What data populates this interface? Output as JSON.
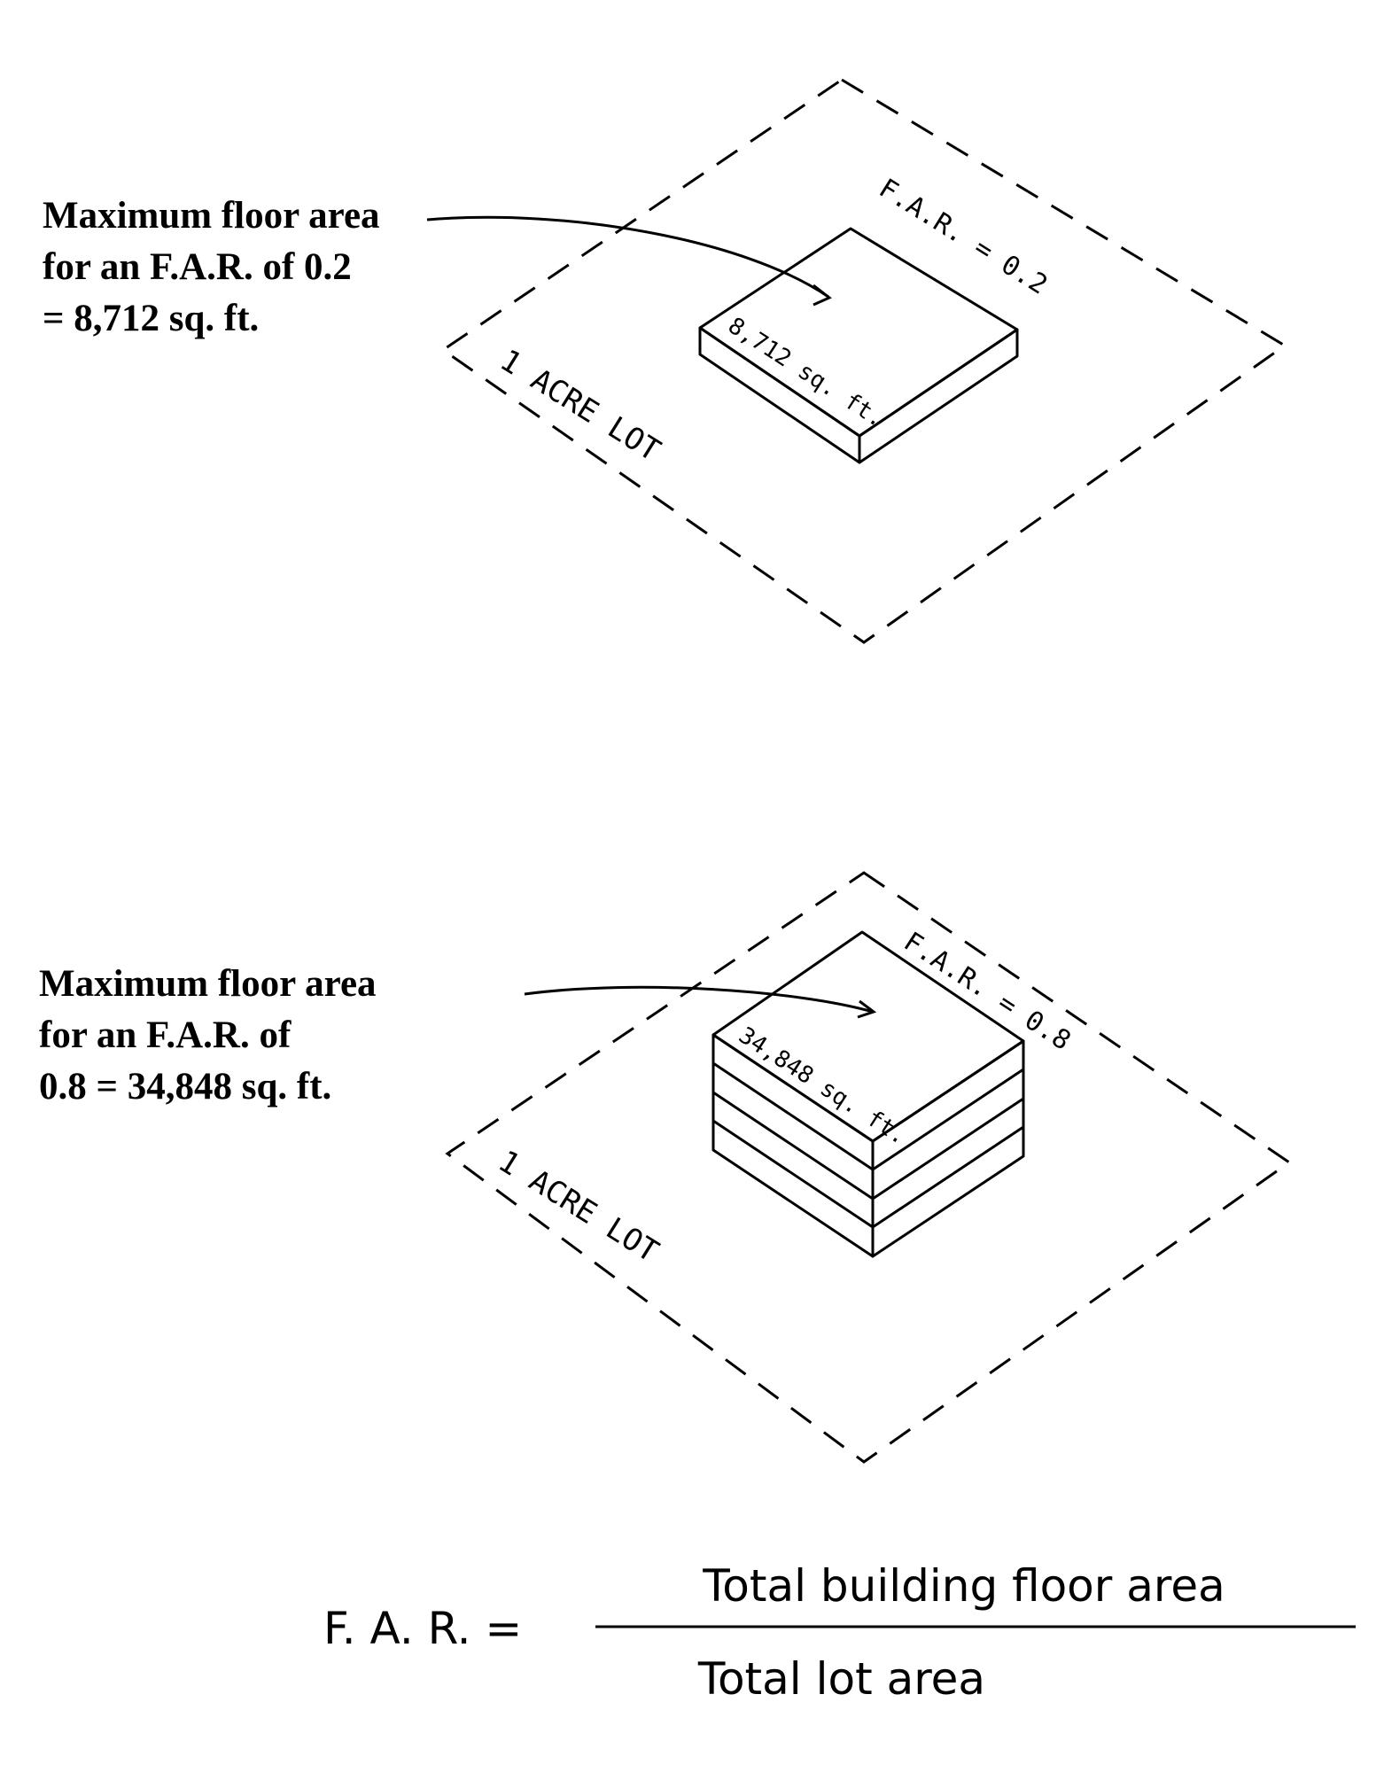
{
  "diagram_top": {
    "caption_lines": [
      "Maximum floor area",
      "for an F.A.R. of 0.2",
      "= 8,712 sq. ft."
    ],
    "lot_label": "1 ACRE LOT",
    "far_label": "F.A.R. = 0.2",
    "building_label": "8,712 sq. ft."
  },
  "diagram_bottom": {
    "caption_lines": [
      "Maximum floor area",
      "for an F.A.R. of",
      "0.8 = 34,848 sq. ft."
    ],
    "lot_label": "1 ACRE LOT",
    "far_label": "F.A.R. = 0.8",
    "building_label": "34,848 sq. ft."
  },
  "formula": {
    "lhs": "F. A. R. =",
    "numerator": "Total building floor area",
    "denominator": "Total lot area"
  }
}
